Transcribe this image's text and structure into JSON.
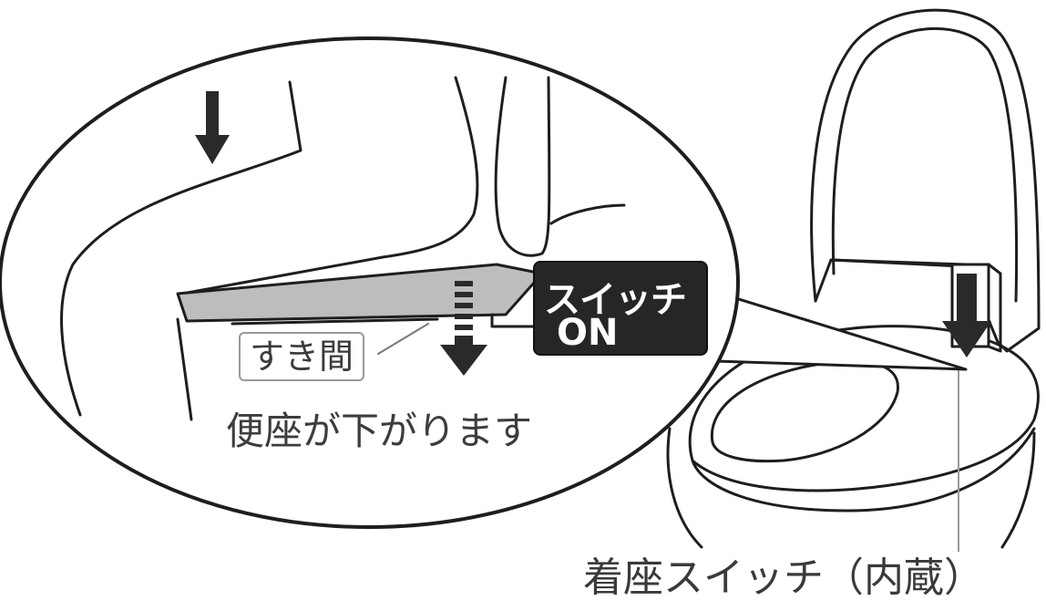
{
  "labels": {
    "gap": "すき間",
    "seat_lowers": "便座が下がります",
    "switch_on_line1": "スイッチ",
    "switch_on_line2": "ON",
    "seat_switch_builtin": "着座スイッチ（内蔵）"
  },
  "colors": {
    "line": "#1e1e1e",
    "seat_shade": "#bdbdbd",
    "switch_box": "#262626",
    "text": "#3a3a3a"
  },
  "icons": [
    "down-arrow-icon",
    "dashed-down-arrow-icon"
  ]
}
